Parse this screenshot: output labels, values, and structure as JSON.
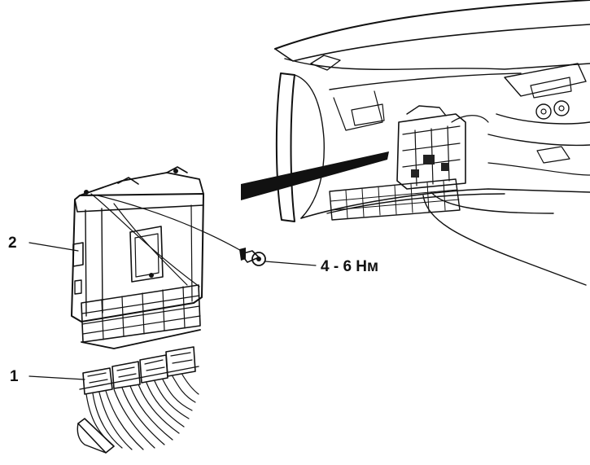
{
  "callouts": {
    "wiring_connector": {
      "number": "1"
    },
    "ecu_unit": {
      "number": "2"
    },
    "torque": {
      "value": "4 - 6 Нм"
    }
  }
}
